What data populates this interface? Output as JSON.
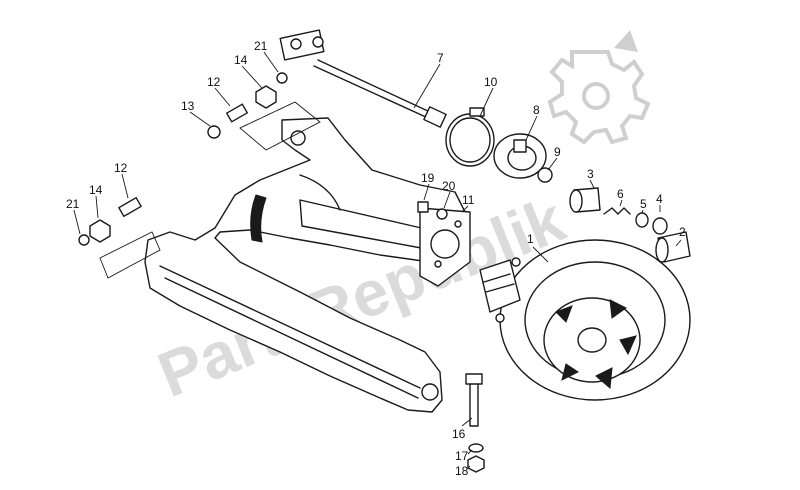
{
  "watermark": {
    "text": "PartsRepublik"
  },
  "part_labels": [
    "1",
    "2",
    "3",
    "4",
    "5",
    "6",
    "7",
    "8",
    "9",
    "10",
    "11",
    "12",
    "12",
    "13",
    "14",
    "14",
    "16",
    "17",
    "18",
    "19",
    "20",
    "21",
    "21"
  ]
}
